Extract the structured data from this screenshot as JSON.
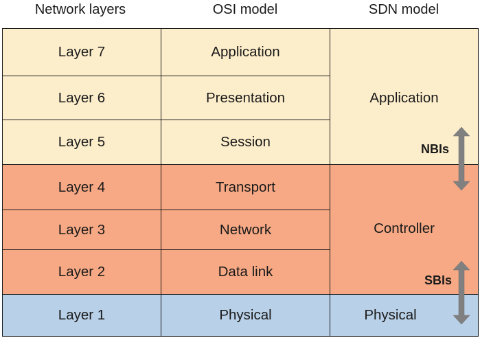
{
  "headers": {
    "network_layers": "Network layers",
    "osi_model": "OSI model",
    "sdn_model": "SDN model"
  },
  "layers": [
    "Layer 7",
    "Layer 6",
    "Layer 5",
    "Layer 4",
    "Layer 3",
    "Layer 2",
    "Layer 1"
  ],
  "osi": [
    "Application",
    "Presentation",
    "Session",
    "Transport",
    "Network",
    "Data link",
    "Physical"
  ],
  "sdn": {
    "application": "Application",
    "controller": "Controller",
    "physical": "Physical"
  },
  "interfaces": {
    "nbi": "NBIs",
    "sbi": "SBIs"
  },
  "colors": {
    "application_band": "#fdeecb",
    "control_band": "#f6a984",
    "physical_band": "#b8d0e8",
    "arrow": "#808080"
  }
}
